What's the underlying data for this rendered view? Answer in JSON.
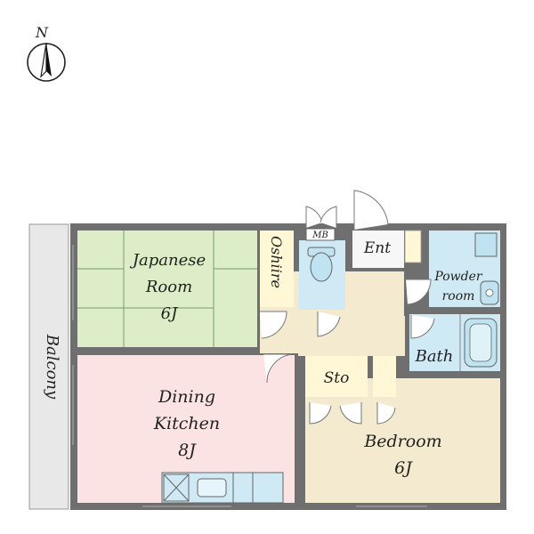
{
  "compass": {
    "label": "N"
  },
  "rooms": {
    "japanese_room": {
      "line1": "Japanese",
      "line2": "Room",
      "line3": "6J",
      "color": "#dcedc8"
    },
    "oshiire": {
      "label": "Oshiire",
      "color": "#fff7d6"
    },
    "mb": {
      "label": "MB"
    },
    "ent": {
      "label": "Ent"
    },
    "powder_room": {
      "line1": "Powder",
      "line2": "room",
      "color": "#cfeaf4"
    },
    "bath": {
      "label": "Bath",
      "color": "#cfeaf4"
    },
    "dining_kitchen": {
      "line1": "Dining",
      "line2": "Kitchen",
      "line3": "8J",
      "color": "#fbe3e3"
    },
    "storage": {
      "label": "Sto",
      "color": "#fff7d6"
    },
    "bedroom": {
      "line1": "Bedroom",
      "line2": "6J",
      "color": "#f3ead0"
    },
    "balcony": {
      "label": "Balcony",
      "color": "#e8e8e8"
    },
    "hallway": {
      "color": "#f3ead0"
    }
  },
  "colors": {
    "wall": "#6f6f6f",
    "line": "#8a8a8a",
    "fixture": "#bfe3f0"
  }
}
